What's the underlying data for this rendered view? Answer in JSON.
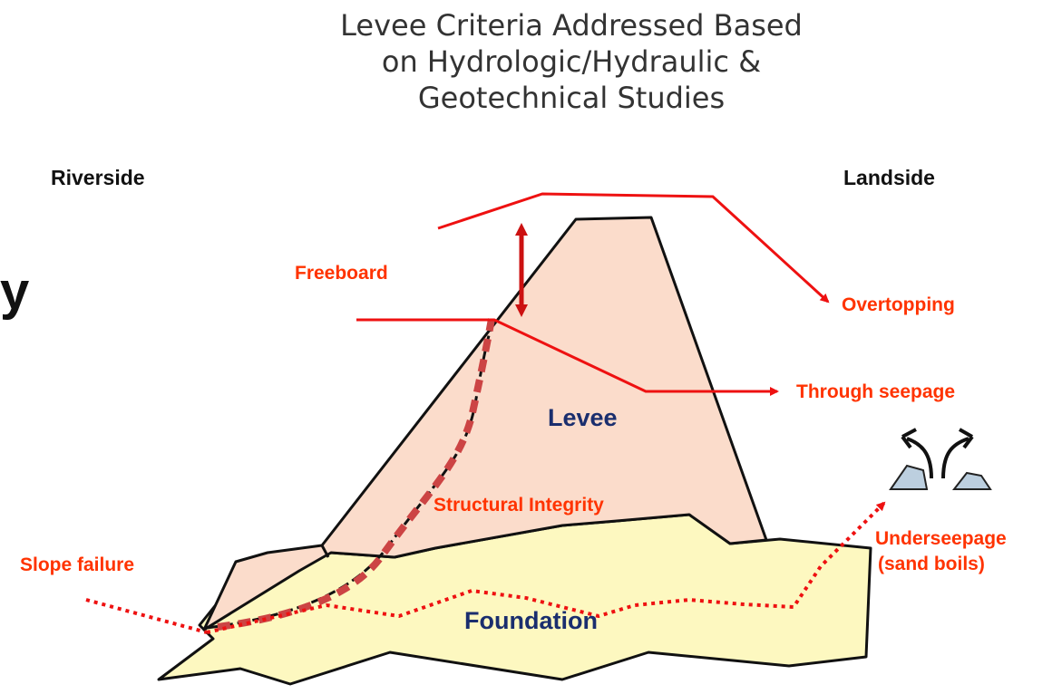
{
  "title": {
    "line1": "Levee Criteria Addressed Based",
    "line2": "on  Hydrologic/Hydraulic &",
    "line3": "Geotechnical Studies"
  },
  "sides": {
    "riverside": "Riverside",
    "landside": "Landside"
  },
  "partial_text": "y",
  "regions": {
    "levee": "Levee",
    "foundation": "Foundation"
  },
  "callouts": {
    "freeboard": "Freeboard",
    "overtopping": "Overtopping",
    "through_seepage": "Through seepage",
    "structural_integrity": "Structural Integrity",
    "slope_failure": "Slope failure",
    "underseepage_line1": "Underseepage",
    "underseepage_line2": "(sand boils)"
  },
  "colors": {
    "callout": "#ff3300",
    "water_line": "#ee1111",
    "freeboard_arrow": "#cc1111",
    "failure_surface": "#cc4444",
    "seepage_path": "#ee1111",
    "levee_fill": "#fbdccb",
    "foundation_fill": "#fdf8c0",
    "region_label": "#1a2e6e",
    "boil_fill": "#bccfdf"
  },
  "icons": [
    "sand-boil-icon",
    "upflow-arrows-icon"
  ]
}
